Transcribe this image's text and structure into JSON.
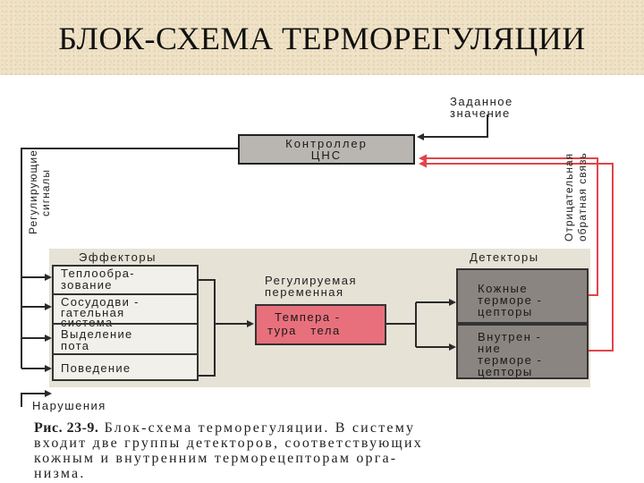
{
  "title": "БЛОК-СХЕМА ТЕРМОРЕГУЛЯЦИИ",
  "setpoint": {
    "line1": "Заданное",
    "line2": "значение"
  },
  "controller": {
    "line1": "Контроллер",
    "line2": "ЦНС"
  },
  "left_vertical": {
    "line1": "Регулирующие",
    "line2": "сигналы"
  },
  "right_vertical": {
    "line1": "Отрицательная",
    "line2": "обратная связь"
  },
  "effectors": {
    "header": "Эффекторы",
    "items": [
      {
        "line1": "Теплообра-",
        "line2": "зование",
        "line3": ""
      },
      {
        "line1": "Сосудодви -",
        "line2": "гательная",
        "line3": "система"
      },
      {
        "line1": "Выделение",
        "line2": "пота",
        "line3": ""
      },
      {
        "line1": "Поведение",
        "line2": "",
        "line3": ""
      }
    ]
  },
  "regulated": {
    "line1": "Регулируемая",
    "line2": "переменная"
  },
  "temperature": {
    "line1": "Темпера -",
    "line2": "тура   тела"
  },
  "detectors": {
    "header": "Детекторы",
    "skin": {
      "line1": "Кожные",
      "line2": "терморе -",
      "line3": "цепторы"
    },
    "internal": {
      "line1": "Внутрен -",
      "line2": "ние",
      "line3": "термоpe -",
      "line4": "цепторы"
    }
  },
  "disturbance": "Нарушения",
  "caption": {
    "label": "Рис. 23-9.",
    "text1": "Блок-схема терморегуляции. В систему",
    "text2": "входит две группы детекторов, соответствующих",
    "text3": "кожным и внутренним терморецепторам орга-",
    "text4": "низма."
  },
  "colors": {
    "title_band": "#efe2c6",
    "diagram_panel": "#e6e2d6",
    "detector_fill": "#8a8580",
    "temperature_fill": "#e8707c",
    "controller_fill": "#b9b6b2",
    "feedback_arrow": "#e0454a",
    "line": "#2a2a2a"
  }
}
